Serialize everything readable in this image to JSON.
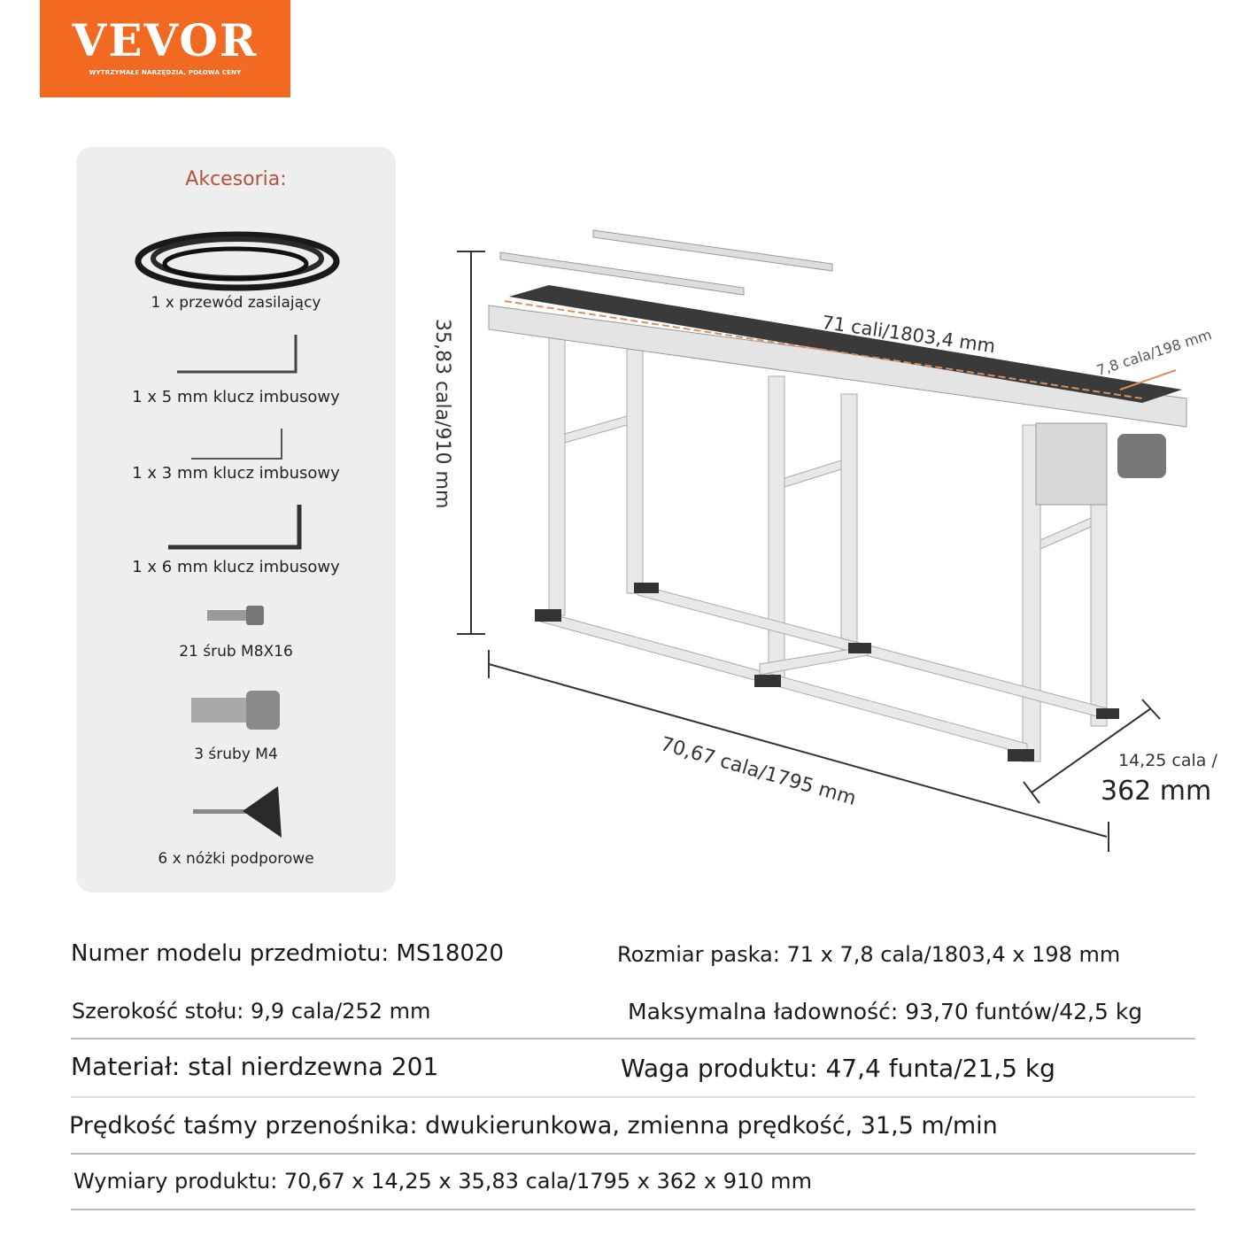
{
  "logo": {
    "brand": "VEVOR",
    "tagline": "WYTRZYMAŁE NARZĘDZIA, POŁOWA CENY",
    "color": "#f26a21"
  },
  "accessories": {
    "title": "Akcesoria:",
    "items": [
      {
        "label": "1 x przewód zasilający",
        "icon": "power-cord-icon"
      },
      {
        "label": "1 x 5 mm klucz imbusowy",
        "icon": "allen-key-icon"
      },
      {
        "label": "1 x 3 mm klucz imbusowy",
        "icon": "allen-key-icon"
      },
      {
        "label": "1 x 6 mm klucz imbusowy",
        "icon": "allen-key-icon"
      },
      {
        "label": "21 śrub M8X16",
        "icon": "bolt-icon"
      },
      {
        "label": "3 śruby M4",
        "icon": "screw-icon"
      },
      {
        "label": "6 x nóżki podporowe",
        "icon": "support-foot-icon"
      }
    ]
  },
  "dimensions": {
    "height": "35,83 cala/910 mm",
    "belt_length": "71 cali/1803,4 mm",
    "belt_width": "7,8 cala/198 mm",
    "length": "70,67 cala/1795 mm",
    "depth_line1": "14,25 cala /",
    "depth_line2": "362 mm"
  },
  "specs": {
    "model": "Numer modelu przedmiotu: MS18020",
    "belt_size": "Rozmiar paska: 71 x 7,8 cala/1803,4 x 198 mm",
    "table_width": "Szerokość stołu: 9,9 cala/252 mm",
    "max_load": "Maksymalna ładowność: 93,70 funtów/42,5 kg",
    "material": "Materiał: stal nierdzewna 201",
    "weight": "Waga produktu: 47,4 funta/21,5 kg",
    "speed": "Prędkość taśmy przenośnika: dwukierunkowa, zmienna prędkość, 31,5 m/min",
    "product_dims": "Wymiary produktu: 70,67 x 14,25 x 35,83 cala/1795 x 362 x 910 mm"
  }
}
